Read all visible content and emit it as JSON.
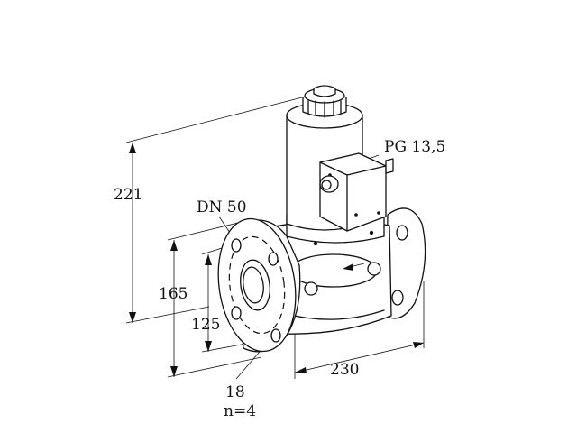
{
  "labels": {
    "height_overall": "221",
    "nominal_diameter": "DN 50",
    "cable_gland": "PG 13,5",
    "flange_outer": "165",
    "bolt_circle": "125",
    "length": "230",
    "bolt_hole": "18",
    "bolt_count": "n=4"
  },
  "colors": {
    "line": "#111111",
    "background": "#ffffff"
  }
}
